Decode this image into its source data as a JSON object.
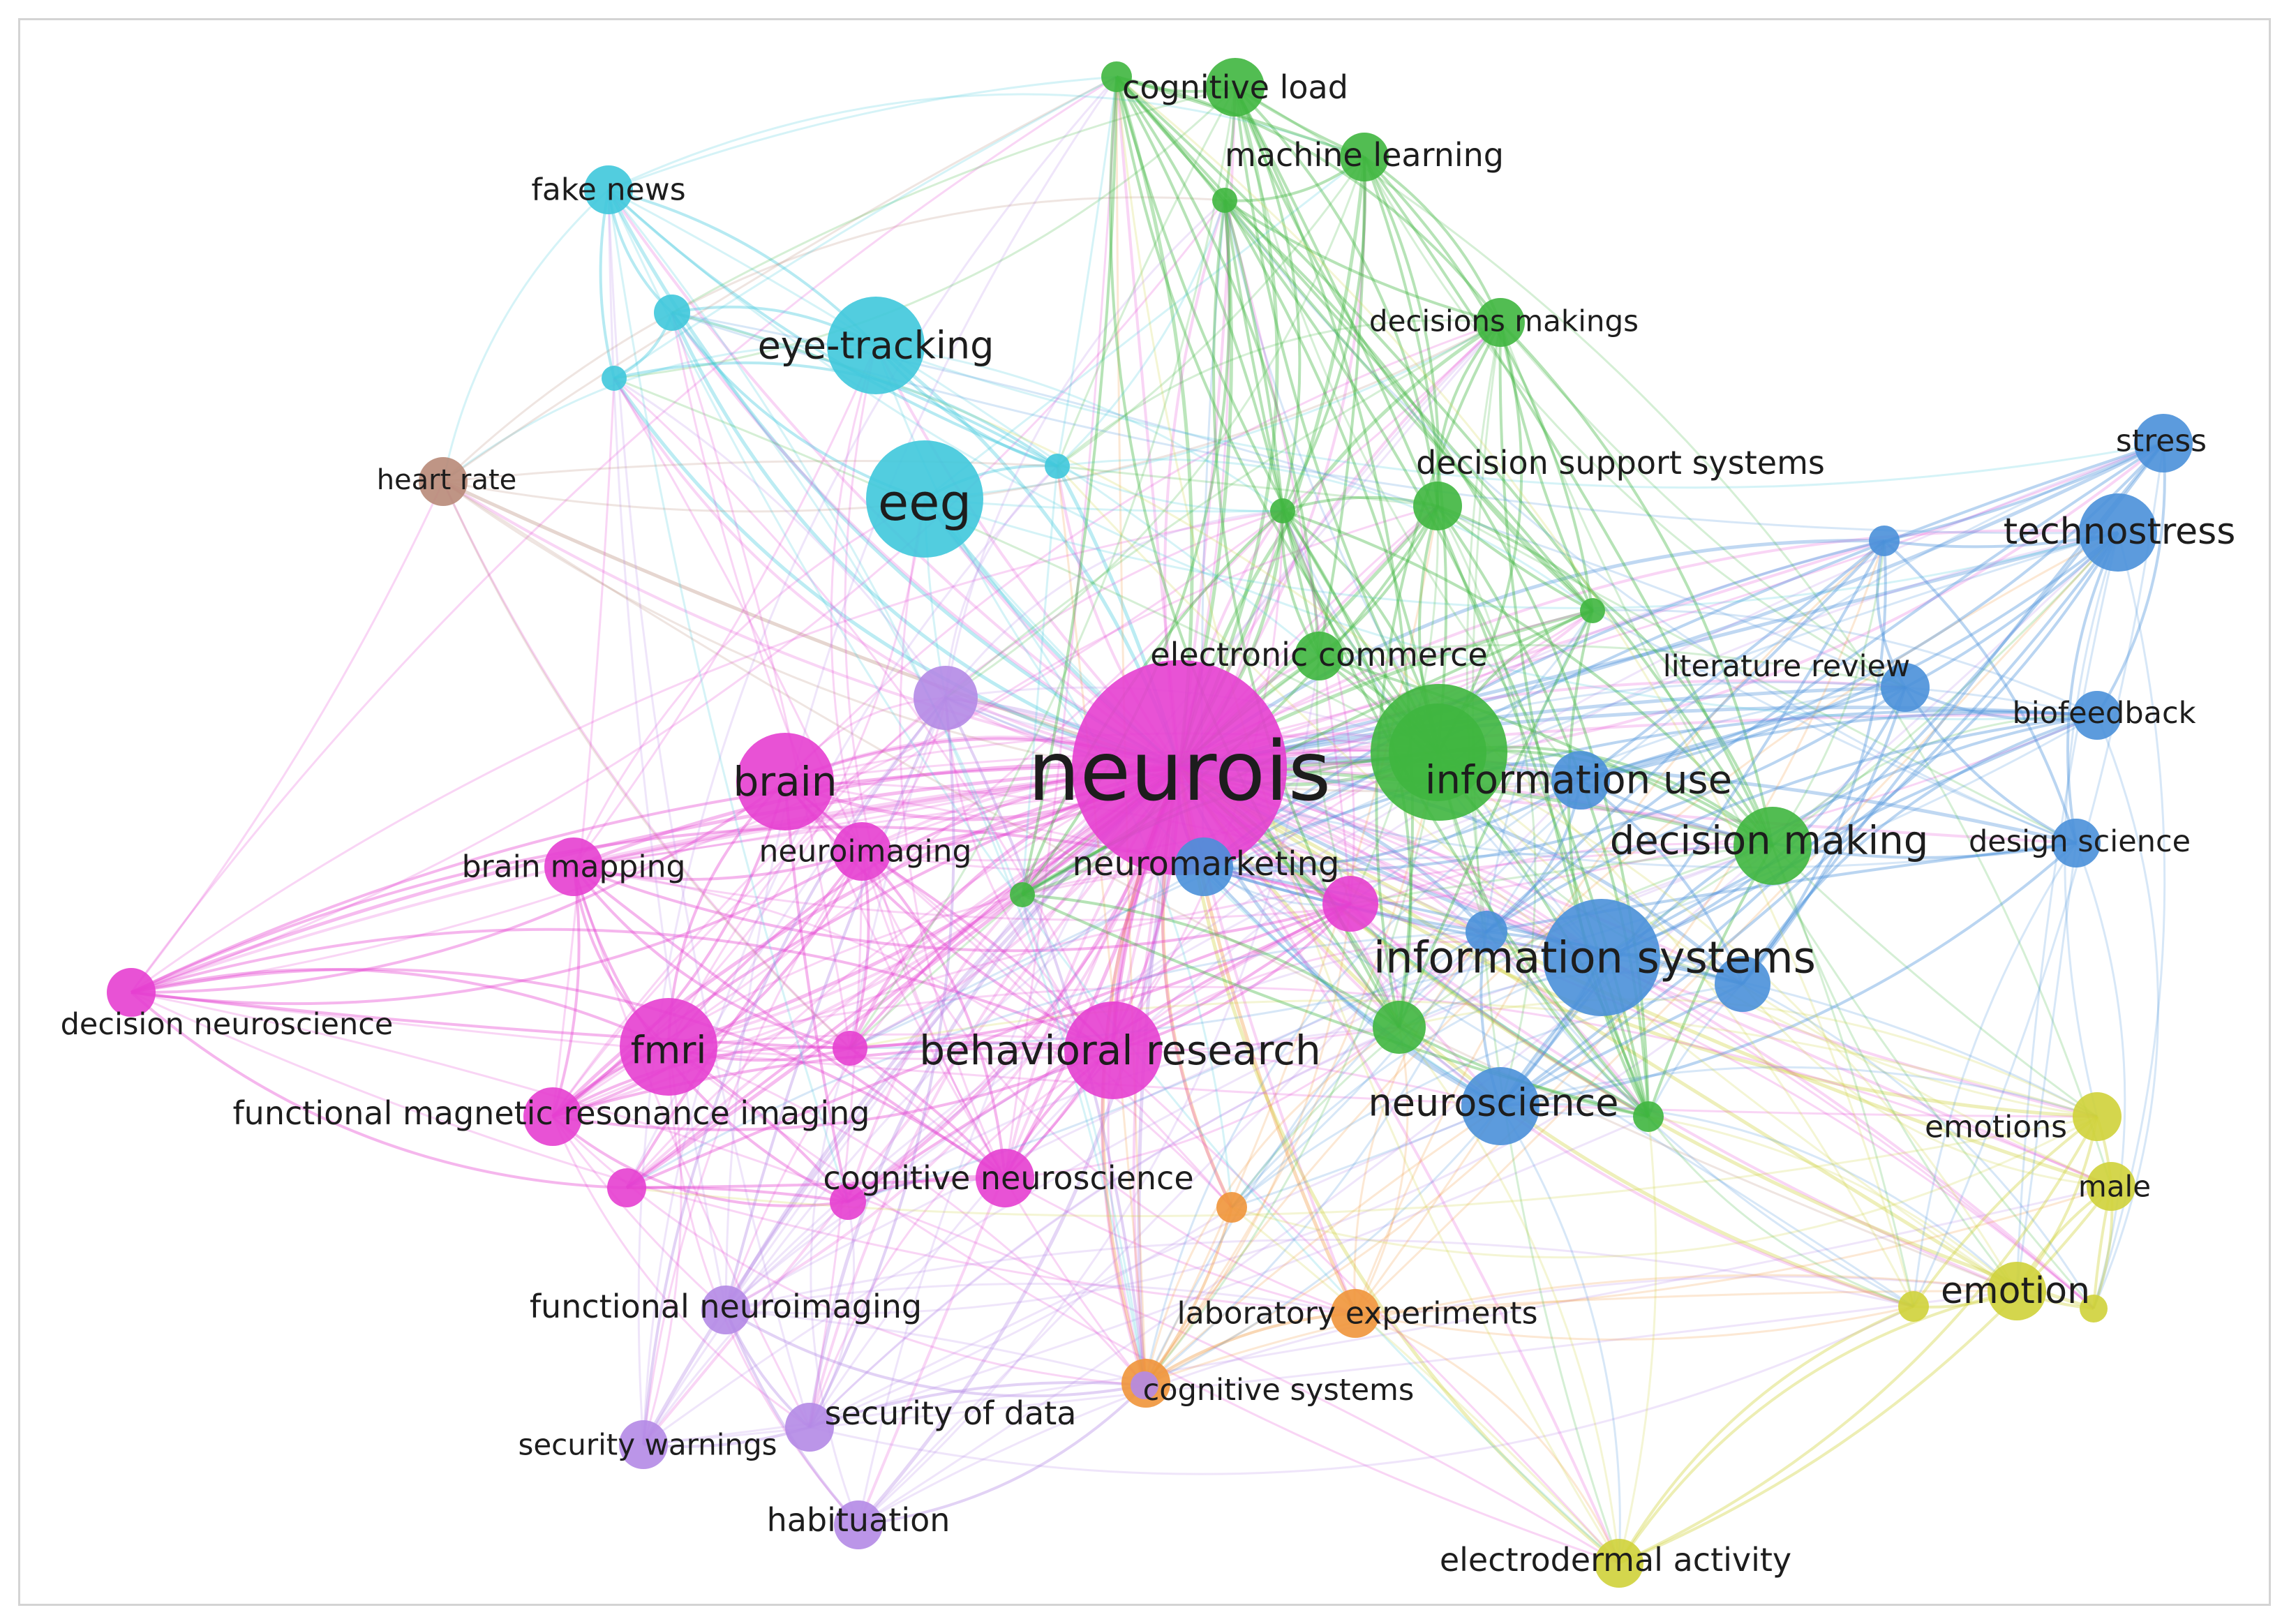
{
  "colors": {
    "magenta": "#e53fd0",
    "green": "#3fb63f",
    "cyan": "#3fc8dc",
    "blue": "#4a90d9",
    "yellow": "#cfd23a",
    "purple": "#b48ae6",
    "orange": "#f0953a",
    "brown": "#b88a78"
  },
  "nodes": [
    {
      "id": "neurois",
      "label": "neurois",
      "cluster": "magenta",
      "size": 10
    },
    {
      "id": "brain",
      "label": "brain",
      "cluster": "magenta",
      "size": 4
    },
    {
      "id": "fmri",
      "label": "fmri",
      "cluster": "magenta",
      "size": 4
    },
    {
      "id": "behavioral-research",
      "label": "behavioral research",
      "cluster": "magenta",
      "size": 4
    },
    {
      "id": "neuroimaging",
      "label": "neuroimaging",
      "cluster": "magenta",
      "size": 2
    },
    {
      "id": "brain-mapping",
      "label": "brain mapping",
      "cluster": "magenta",
      "size": 2
    },
    {
      "id": "decision-neuroscience",
      "label": "decision neuroscience",
      "cluster": "magenta",
      "size": 1.5
    },
    {
      "id": "functional-magnetic-resonance-imaging",
      "label": "functional magnetic resonance imaging",
      "cluster": "magenta",
      "size": 2
    },
    {
      "id": "cognitive-neuroscience",
      "label": "cognitive neuroscience",
      "cluster": "magenta",
      "size": 2
    },
    {
      "id": "functional-neuroimaging",
      "label": "functional neuroimaging",
      "cluster": "purple",
      "size": 1.5
    },
    {
      "id": "security-warnings",
      "label": "security warnings",
      "cluster": "purple",
      "size": 1.5
    },
    {
      "id": "security-of-data",
      "label": "security of data",
      "cluster": "purple",
      "size": 1.5
    },
    {
      "id": "habituation",
      "label": "habituation",
      "cluster": "purple",
      "size": 1.5
    },
    {
      "id": "cognitive-systems",
      "label": "cognitive systems",
      "cluster": "orange",
      "size": 1.5
    },
    {
      "id": "laboratory-experiments",
      "label": "laboratory experiments",
      "cluster": "orange",
      "size": 1.5
    },
    {
      "id": "neuromarketing",
      "label": "neuromarketing",
      "cluster": "blue",
      "size": 2
    },
    {
      "id": "eeg",
      "label": "eeg",
      "cluster": "cyan",
      "size": 5
    },
    {
      "id": "eye-tracking",
      "label": "eye-tracking",
      "cluster": "cyan",
      "size": 4
    },
    {
      "id": "fake-news",
      "label": "fake news",
      "cluster": "cyan",
      "size": 1.5
    },
    {
      "id": "heart-rate",
      "label": "heart rate",
      "cluster": "brown",
      "size": 1.5
    },
    {
      "id": "cognitive-load",
      "label": "cognitive load",
      "cluster": "green",
      "size": 2
    },
    {
      "id": "machine-learning",
      "label": "machine learning",
      "cluster": "green",
      "size": 1.5
    },
    {
      "id": "decisions-makings",
      "label": "decisions makings",
      "cluster": "green",
      "size": 1.5
    },
    {
      "id": "decision-support-systems",
      "label": "decision support systems",
      "cluster": "green",
      "size": 1.5
    },
    {
      "id": "electronic-commerce",
      "label": "electronic commerce",
      "cluster": "green",
      "size": 1.5
    },
    {
      "id": "information-use",
      "label": "information use",
      "cluster": "green",
      "size": 6
    },
    {
      "id": "decision-making",
      "label": "decision making",
      "cluster": "green",
      "size": 3
    },
    {
      "id": "stress",
      "label": "stress",
      "cluster": "blue",
      "size": 2
    },
    {
      "id": "technostress",
      "label": "technostress",
      "cluster": "blue",
      "size": 3
    },
    {
      "id": "literature-review",
      "label": "literature review",
      "cluster": "blue",
      "size": 1.5
    },
    {
      "id": "biofeedback",
      "label": "biofeedback",
      "cluster": "blue",
      "size": 1.5
    },
    {
      "id": "design-science",
      "label": "design science",
      "cluster": "blue",
      "size": 1.5
    },
    {
      "id": "information-systems",
      "label": "information systems",
      "cluster": "blue",
      "size": 5
    },
    {
      "id": "neuroscience",
      "label": "neuroscience",
      "cluster": "blue",
      "size": 3
    },
    {
      "id": "emotions",
      "label": "emotions",
      "cluster": "yellow",
      "size": 1.5
    },
    {
      "id": "male",
      "label": "male",
      "cluster": "yellow",
      "size": 1.5
    },
    {
      "id": "emotion",
      "label": "emotion",
      "cluster": "yellow",
      "size": 2
    },
    {
      "id": "electrodermal-activity",
      "label": "electrodermal activity",
      "cluster": "yellow",
      "size": 1.5
    }
  ]
}
